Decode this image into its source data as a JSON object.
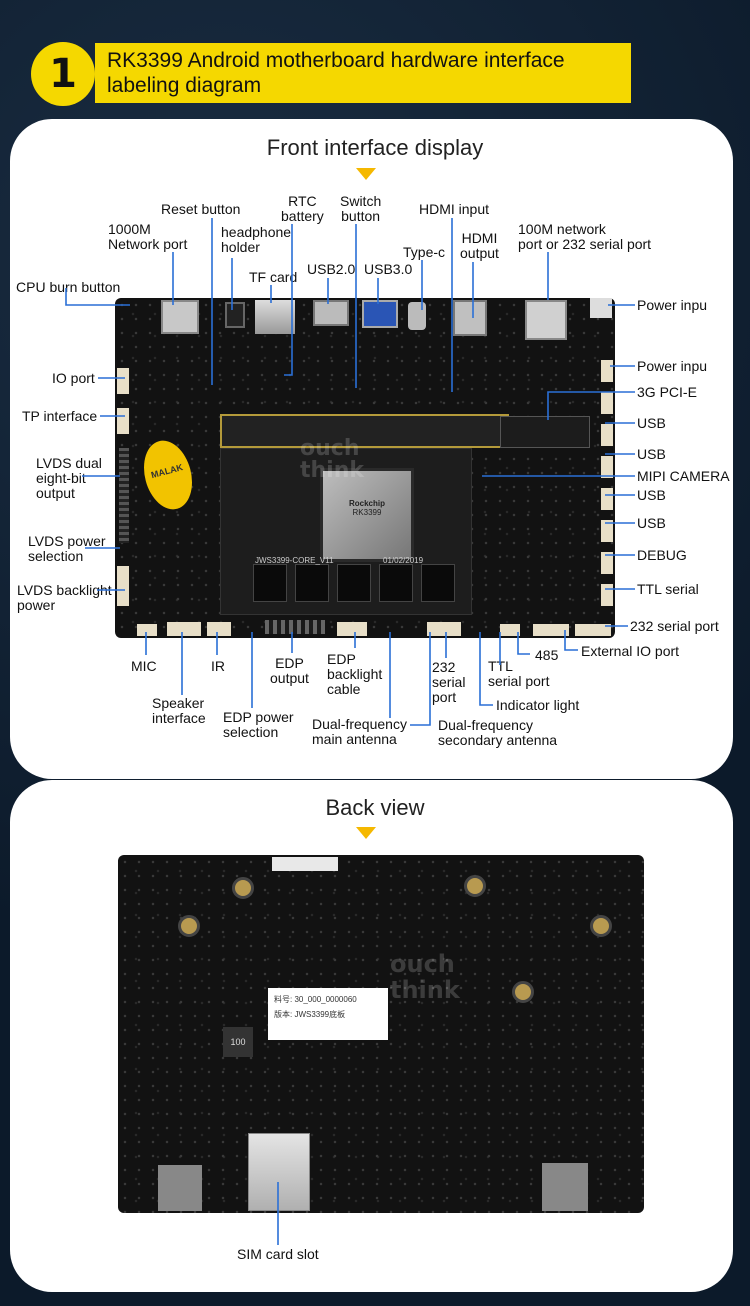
{
  "header": {
    "number": "1",
    "title_line1": "RK3399 Android motherboard hardware interface",
    "title_line2": "labeling diagram"
  },
  "front": {
    "title": "Front interface display",
    "labels": {
      "reset_button": "Reset button",
      "rtc_battery_1": "RTC",
      "rtc_battery_2": "battery",
      "switch_button_1": "Switch",
      "switch_button_2": "button",
      "hdmi_input": "HDMI input",
      "network_1000m_1": "1000M",
      "network_1000m_2": "Network port",
      "headphone_1": "headphone",
      "headphone_2": "holder",
      "hdmi_output_1": "HDMI",
      "hdmi_output_2": "output",
      "network_100m_1": "100M network",
      "network_100m_2": "port or 232 serial port",
      "type_c": "Type-c",
      "tf_card": "TF card",
      "usb2": "USB2.0",
      "usb3": "USB3.0",
      "cpu_burn": "CPU burn button",
      "power_input_1": "Power inpu",
      "power_input_2": "Power inpu",
      "io_port": "IO port",
      "pcie_3g": "3G PCI-E",
      "tp_interface": "TP interface",
      "usb_a": "USB",
      "usb_b": "USB",
      "mipi_camera": "MIPI CAMERA",
      "lvds_dual_1": "LVDS dual",
      "lvds_dual_2": "eight-bit",
      "lvds_dual_3": "output",
      "usb_c": "USB",
      "usb_d": "USB",
      "lvds_power_1": "LVDS power",
      "lvds_power_2": "selection",
      "debug": "DEBUG",
      "ttl_serial_r": "TTL serial",
      "lvds_backlight_1": "LVDS backlight",
      "lvds_backlight_2": "power",
      "serial_232_r": "232 serial port",
      "external_io": "External IO port",
      "mic": "MIC",
      "ir": "IR",
      "edp_output_1": "EDP",
      "edp_output_2": "output",
      "edp_backlight_1": "EDP",
      "edp_backlight_2": "backlight",
      "edp_backlight_3": "cable",
      "serial_232_b_1": "232",
      "serial_232_b_2": "serial",
      "serial_232_b_3": "port",
      "ttl_serial_b_1": "TTL",
      "ttl_serial_b_2": "serial port",
      "p485": "485",
      "indicator": "Indicator light",
      "speaker_1": "Speaker",
      "speaker_2": "interface",
      "edp_power_1": "EDP power",
      "edp_power_2": "selection",
      "df_main_1": "Dual-frequency",
      "df_main_2": "main antenna",
      "df_sec_1": "Dual-frequency",
      "df_sec_2": "secondary antenna"
    },
    "board_text": {
      "core": "JWS3399-CORE_V11",
      "date": "01/02/2019",
      "brand_1": "ouch",
      "brand_2": "think",
      "chip_brand": "Rockchip",
      "chip_model": "RK3399",
      "battery": "MALAK"
    }
  },
  "back": {
    "title": "Back view",
    "sim_slot": "SIM card slot",
    "sticker_line1": "料号: 30_000_0000060",
    "sticker_line2": "版本: JWS3399底板",
    "brand_1": "ouch",
    "brand_2": "think",
    "inductor": "100"
  },
  "colors": {
    "accent": "#f5d800",
    "leader": "#2a6fd6",
    "pcb": "#121212",
    "background": "#0c1a2a"
  }
}
